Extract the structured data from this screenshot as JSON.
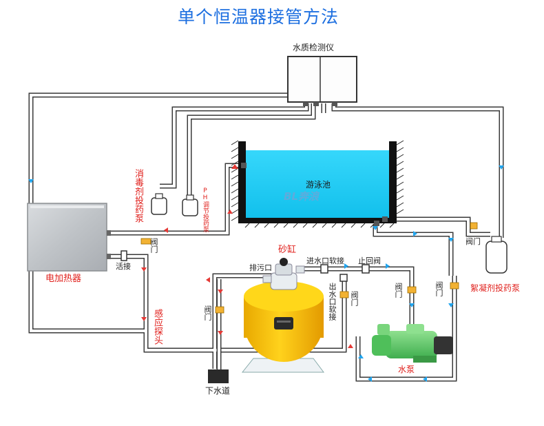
{
  "title": "单个恒温器接管方法",
  "colors": {
    "title": "#1d6fe0",
    "label_red": "#e0201c",
    "pool_water": "#22d0f6",
    "pipe_fill": "#ffffff",
    "pipe_stroke": "#3a3a3a",
    "flow_arrow_red": "#e53935",
    "flow_arrow_blue": "#22a5ee",
    "valve": "#f2b233",
    "filter_tank": "#f5c800",
    "pump_body": "#66cc66"
  },
  "labels": {
    "water_tester": "水质检测仪",
    "pool": "游泳池",
    "pool_logo": "BL奔浪",
    "disinfectant_pump": "消毒剂投药泵",
    "ph_pump": "PH调节投药泵",
    "heater": "电加热器",
    "union": "活接",
    "valve_heater": "阀门",
    "sensor_probe": "感应探头",
    "sand_filter": "砂缸",
    "drain_port": "排污口",
    "inlet_hose": "进水口软接",
    "backflow_valve": "止回阀",
    "outlet_hose": "出水口软接",
    "valve_outlet": "阀门",
    "valve_pump": "阀门",
    "valve_return": "阀门",
    "valve_left": "阀门",
    "valve_flocculant": "阀门",
    "flocculant_pump": "絮凝剂投药泵",
    "water_pump": "水泵",
    "sewer": "下水道"
  },
  "icons": {
    "valve": "valve-icon",
    "flow_arrow": "flow-arrow-icon",
    "check_valve": "check-valve-icon"
  }
}
